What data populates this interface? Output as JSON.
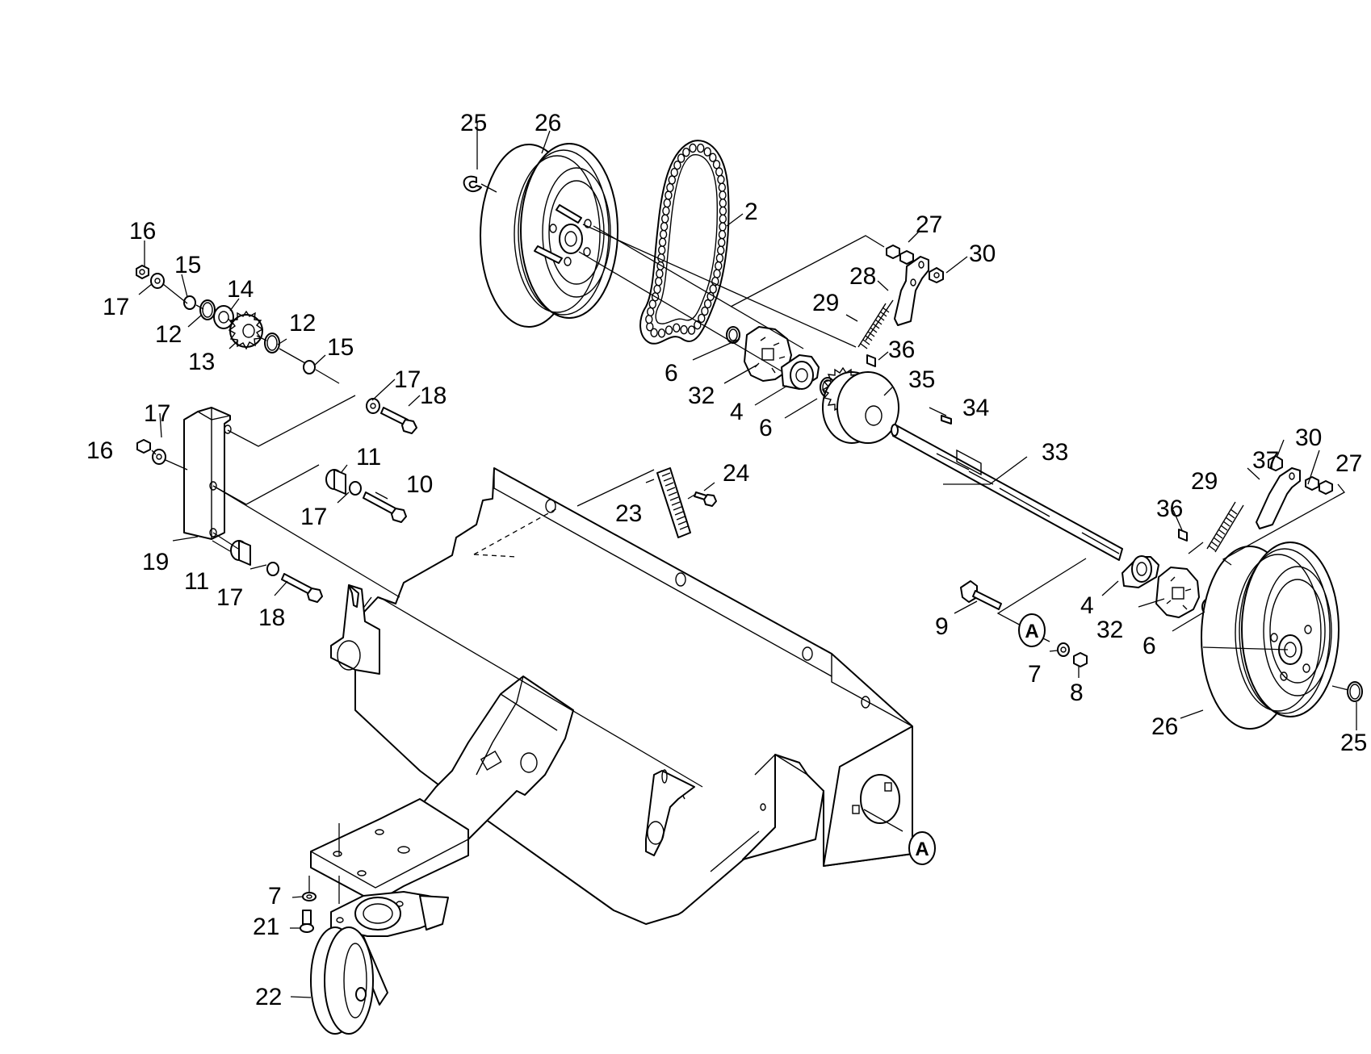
{
  "callouts": [
    {
      "id": "c-25-top",
      "text": "25"
    },
    {
      "id": "c-26-top",
      "text": "26"
    },
    {
      "id": "c-2",
      "text": "2"
    },
    {
      "id": "c-27-top",
      "text": "27"
    },
    {
      "id": "c-30-top",
      "text": "30"
    },
    {
      "id": "c-28",
      "text": "28"
    },
    {
      "id": "c-29-top",
      "text": "29"
    },
    {
      "id": "c-36-top",
      "text": "36"
    },
    {
      "id": "c-35",
      "text": "35"
    },
    {
      "id": "c-34",
      "text": "34"
    },
    {
      "id": "c-33",
      "text": "33"
    },
    {
      "id": "c-6-a",
      "text": "6"
    },
    {
      "id": "c-32-a",
      "text": "32"
    },
    {
      "id": "c-4-a",
      "text": "4"
    },
    {
      "id": "c-6-b",
      "text": "6"
    },
    {
      "id": "c-16-a",
      "text": "16"
    },
    {
      "id": "c-15-a",
      "text": "15"
    },
    {
      "id": "c-14",
      "text": "14"
    },
    {
      "id": "c-17-a",
      "text": "17"
    },
    {
      "id": "c-12-a",
      "text": "12"
    },
    {
      "id": "c-12-b",
      "text": "12"
    },
    {
      "id": "c-13",
      "text": "13"
    },
    {
      "id": "c-15-b",
      "text": "15"
    },
    {
      "id": "c-17-b",
      "text": "17"
    },
    {
      "id": "c-18-a",
      "text": "18"
    },
    {
      "id": "c-17-c",
      "text": "17"
    },
    {
      "id": "c-16-b",
      "text": "16"
    },
    {
      "id": "c-11-a",
      "text": "11"
    },
    {
      "id": "c-10",
      "text": "10"
    },
    {
      "id": "c-17-d",
      "text": "17"
    },
    {
      "id": "c-24",
      "text": "24"
    },
    {
      "id": "c-23",
      "text": "23"
    },
    {
      "id": "c-19",
      "text": "19"
    },
    {
      "id": "c-11-b",
      "text": "11"
    },
    {
      "id": "c-17-e",
      "text": "17"
    },
    {
      "id": "c-18-b",
      "text": "18"
    },
    {
      "id": "c-30-b",
      "text": "30"
    },
    {
      "id": "c-37",
      "text": "37"
    },
    {
      "id": "c-27-b",
      "text": "27"
    },
    {
      "id": "c-29-b",
      "text": "29"
    },
    {
      "id": "c-36-b",
      "text": "36"
    },
    {
      "id": "c-9",
      "text": "9"
    },
    {
      "id": "c-4-b",
      "text": "4"
    },
    {
      "id": "c-32-b",
      "text": "32"
    },
    {
      "id": "c-6-c",
      "text": "6"
    },
    {
      "id": "c-7-a",
      "text": "7"
    },
    {
      "id": "c-8",
      "text": "8"
    },
    {
      "id": "c-26-b",
      "text": "26"
    },
    {
      "id": "c-25-b",
      "text": "25"
    },
    {
      "id": "c-7-b",
      "text": "7"
    },
    {
      "id": "c-21",
      "text": "21"
    },
    {
      "id": "c-22",
      "text": "22"
    }
  ],
  "reference_marks": [
    {
      "id": "ref-a-1",
      "text": "A"
    },
    {
      "id": "ref-a-2",
      "text": "A"
    }
  ]
}
